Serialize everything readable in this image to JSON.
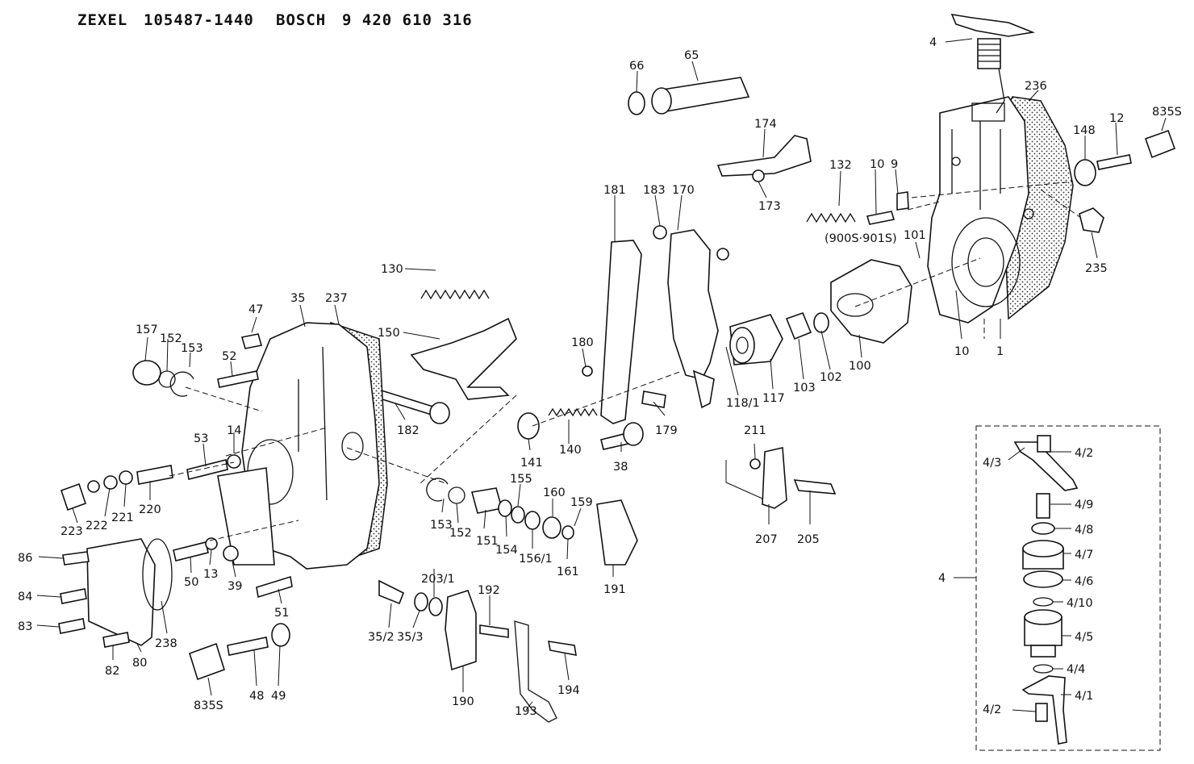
{
  "header": {
    "brand1": "ZEXEL",
    "code1": "105487-1440",
    "brand2": "BOSCH",
    "code2": "9 420 610 316"
  },
  "callouts": [
    {
      "id": "p4",
      "label": "4"
    },
    {
      "id": "p236",
      "label": "236"
    },
    {
      "id": "p148",
      "label": "148"
    },
    {
      "id": "p12",
      "label": "12"
    },
    {
      "id": "p835a",
      "label": "835S"
    },
    {
      "id": "p10a",
      "label": "10"
    },
    {
      "id": "p9",
      "label": "9"
    },
    {
      "id": "p9005",
      "label": "(900S·901S)"
    },
    {
      "id": "p101",
      "label": "101"
    },
    {
      "id": "p235",
      "label": "235"
    },
    {
      "id": "p10b",
      "label": "10"
    },
    {
      "id": "p1",
      "label": "1"
    },
    {
      "id": "p66",
      "label": "66"
    },
    {
      "id": "p65",
      "label": "65"
    },
    {
      "id": "p174",
      "label": "174"
    },
    {
      "id": "p132",
      "label": "132"
    },
    {
      "id": "p173",
      "label": "173"
    },
    {
      "id": "p181",
      "label": "181"
    },
    {
      "id": "p183",
      "label": "183"
    },
    {
      "id": "p170",
      "label": "170"
    },
    {
      "id": "p130",
      "label": "130"
    },
    {
      "id": "p150",
      "label": "150"
    },
    {
      "id": "p180",
      "label": "180"
    },
    {
      "id": "p100",
      "label": "100"
    },
    {
      "id": "p102",
      "label": "102"
    },
    {
      "id": "p103",
      "label": "103"
    },
    {
      "id": "p117",
      "label": "117"
    },
    {
      "id": "p118",
      "label": "118/1"
    },
    {
      "id": "p179",
      "label": "179"
    },
    {
      "id": "p38",
      "label": "38"
    },
    {
      "id": "p140",
      "label": "140"
    },
    {
      "id": "p141",
      "label": "141"
    },
    {
      "id": "p182",
      "label": "182"
    },
    {
      "id": "p47",
      "label": "47"
    },
    {
      "id": "p35",
      "label": "35"
    },
    {
      "id": "p237",
      "label": "237"
    },
    {
      "id": "p157",
      "label": "157"
    },
    {
      "id": "p152a",
      "label": "152"
    },
    {
      "id": "p153a",
      "label": "153"
    },
    {
      "id": "p52",
      "label": "52"
    },
    {
      "id": "p53",
      "label": "53"
    },
    {
      "id": "p14",
      "label": "14"
    },
    {
      "id": "p220",
      "label": "220"
    },
    {
      "id": "p221",
      "label": "221"
    },
    {
      "id": "p222",
      "label": "222"
    },
    {
      "id": "p223",
      "label": "223"
    },
    {
      "id": "p211",
      "label": "211"
    },
    {
      "id": "p207",
      "label": "207"
    },
    {
      "id": "p205",
      "label": "205"
    },
    {
      "id": "p155",
      "label": "155"
    },
    {
      "id": "p160",
      "label": "160"
    },
    {
      "id": "p159",
      "label": "159"
    },
    {
      "id": "p153b",
      "label": "153"
    },
    {
      "id": "p152b",
      "label": "152"
    },
    {
      "id": "p151",
      "label": "151"
    },
    {
      "id": "p154",
      "label": "154"
    },
    {
      "id": "p156",
      "label": "156/1"
    },
    {
      "id": "p161",
      "label": "161"
    },
    {
      "id": "p191",
      "label": "191"
    },
    {
      "id": "p86",
      "label": "86"
    },
    {
      "id": "p84",
      "label": "84"
    },
    {
      "id": "p83",
      "label": "83"
    },
    {
      "id": "p82",
      "label": "82"
    },
    {
      "id": "p80",
      "label": "80"
    },
    {
      "id": "p238",
      "label": "238"
    },
    {
      "id": "p50",
      "label": "50"
    },
    {
      "id": "p13",
      "label": "13"
    },
    {
      "id": "p39",
      "label": "39"
    },
    {
      "id": "p51",
      "label": "51"
    },
    {
      "id": "p835b",
      "label": "835S"
    },
    {
      "id": "p48",
      "label": "48"
    },
    {
      "id": "p49",
      "label": "49"
    },
    {
      "id": "p203",
      "label": "203/1"
    },
    {
      "id": "p352",
      "label": "35/2"
    },
    {
      "id": "p353",
      "label": "35/3"
    },
    {
      "id": "p192",
      "label": "192"
    },
    {
      "id": "p190",
      "label": "190"
    },
    {
      "id": "p193",
      "label": "193"
    },
    {
      "id": "p194",
      "label": "194"
    },
    {
      "id": "q42a",
      "label": "4/2"
    },
    {
      "id": "q43",
      "label": "4/3"
    },
    {
      "id": "q49",
      "label": "4/9"
    },
    {
      "id": "q48",
      "label": "4/8"
    },
    {
      "id": "q47",
      "label": "4/7"
    },
    {
      "id": "q46",
      "label": "4/6"
    },
    {
      "id": "q410",
      "label": "4/10"
    },
    {
      "id": "q45",
      "label": "4/5"
    },
    {
      "id": "q44",
      "label": "4/4"
    },
    {
      "id": "q41",
      "label": "4/1"
    },
    {
      "id": "q42b",
      "label": "4/2"
    },
    {
      "id": "q4",
      "label": "4"
    }
  ]
}
